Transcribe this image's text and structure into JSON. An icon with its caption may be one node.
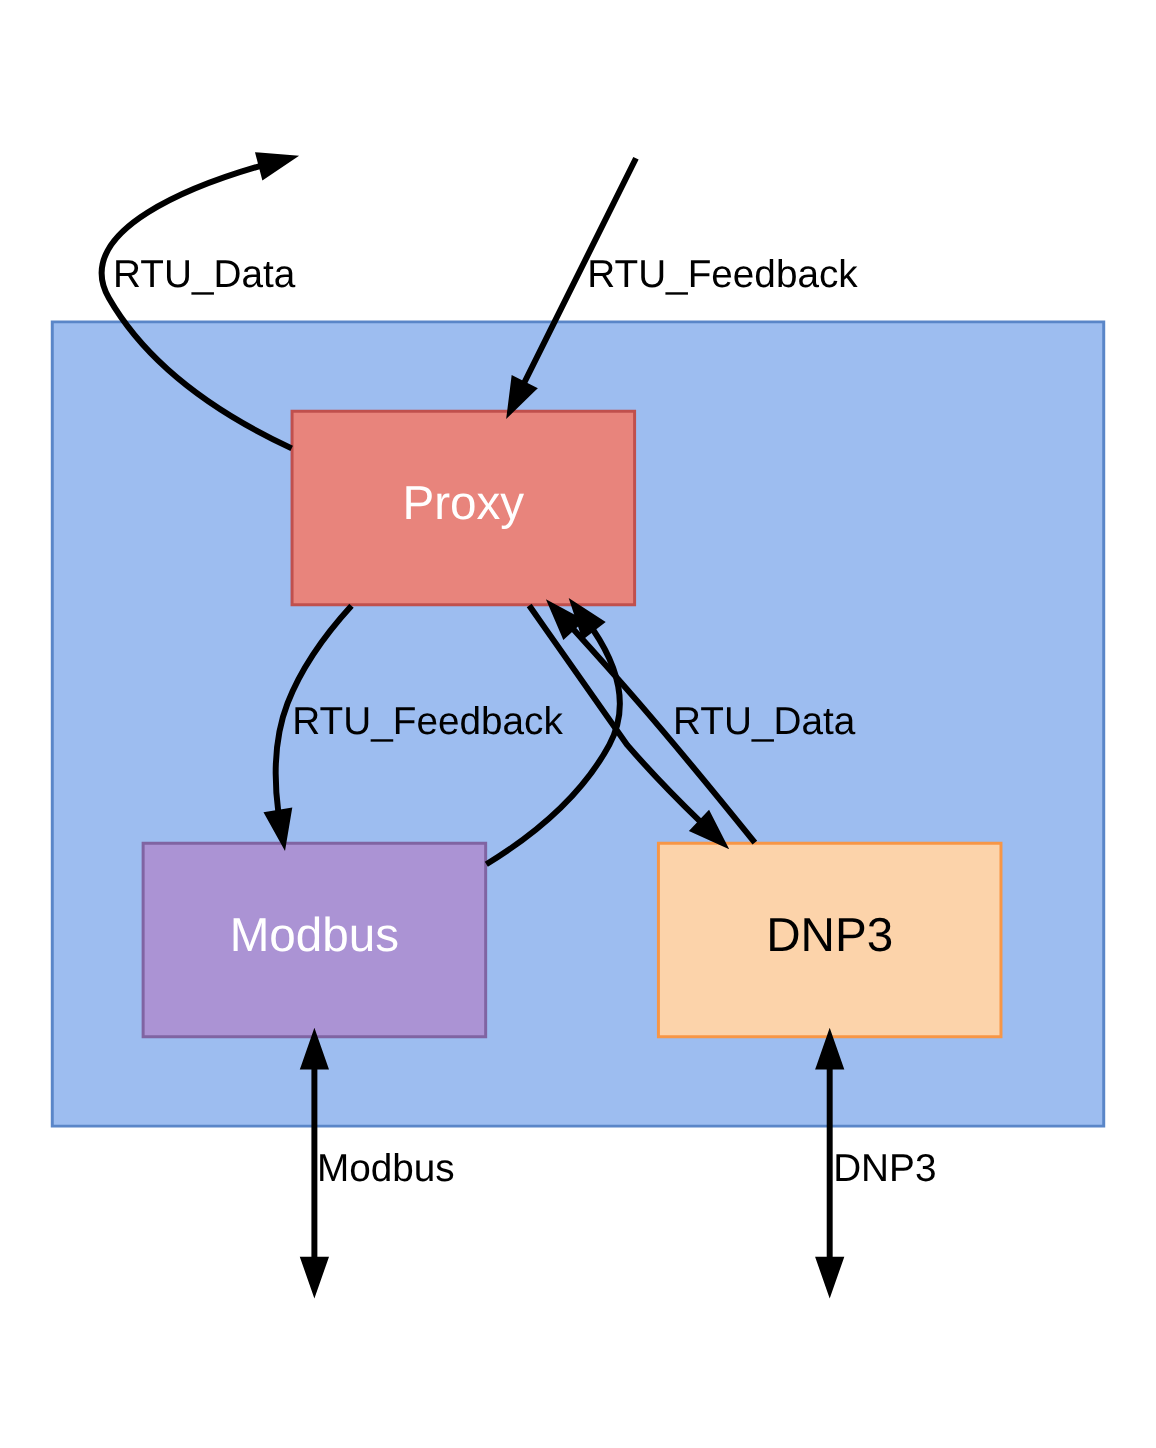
{
  "diagram": {
    "nodes": [
      {
        "text": [],
        "shape": "box"
      },
      {
        "text": [
          "Proxy"
        ],
        "in": 0
      },
      {
        "text": [
          "Modbus"
        ],
        "in": 0
      },
      {
        "text": [
          "DNP3"
        ],
        "in": 0
      }
    ],
    "edges": [
      {
        "from": 1,
        "to": null,
        "arrow": "to",
        "label": "RTU_Data"
      },
      {
        "from": null,
        "to": 1,
        "arrow": "to",
        "label": "RTU_Feedback"
      },
      {
        "from": 1,
        "to": 2,
        "arrow": "to",
        "label": "RTU_Feedback"
      },
      {
        "from": 2,
        "to": 1,
        "arrow": "to"
      },
      {
        "from": 1,
        "to": 3,
        "arrow": "to"
      },
      {
        "from": 3,
        "to": 1,
        "arrow": "to",
        "label": "RTU_Data"
      },
      {
        "from": 2,
        "to": null,
        "arrow": "both",
        "label": "Modbus"
      },
      {
        "from": 3,
        "to": null,
        "arrow": "both",
        "label": "DNP3"
      }
    ]
  }
}
